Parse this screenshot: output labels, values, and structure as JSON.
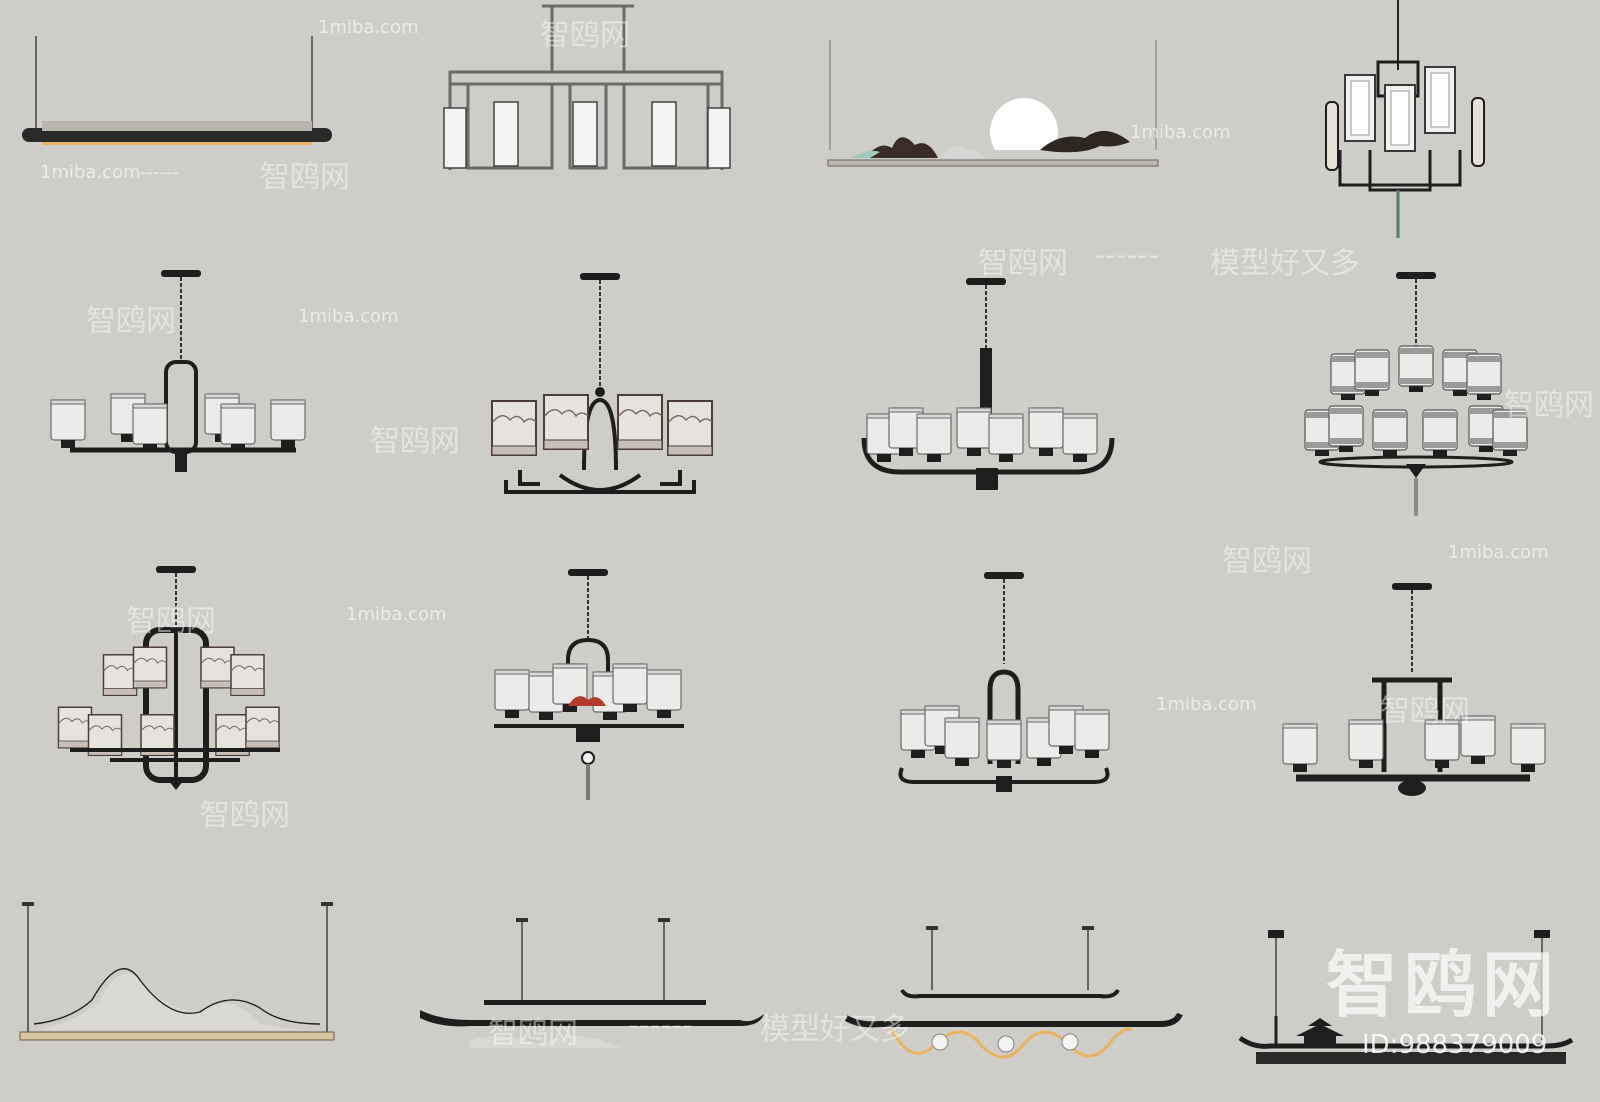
{
  "watermarks": {
    "domain": "1miba.com",
    "site": "智鸥网",
    "slogan": "模型好又多",
    "dashes": "------",
    "id": "ID:988379009"
  },
  "colors": {
    "background": "#cfcdc8",
    "metal": "#1e1e1e",
    "shade": "#ebebea",
    "warm_light": "#f3d9a1"
  },
  "items": [
    {
      "name": "linear-lamp-1"
    },
    {
      "name": "rect-frame-pendant"
    },
    {
      "name": "landscape-moon-lamp"
    },
    {
      "name": "lantern-chandelier-1"
    },
    {
      "name": "chandelier-6-arm-1"
    },
    {
      "name": "chandelier-square-shade"
    },
    {
      "name": "chandelier-8-arm-1"
    },
    {
      "name": "chandelier-two-tier-1"
    },
    {
      "name": "chandelier-two-tier-2"
    },
    {
      "name": "chandelier-tassel"
    },
    {
      "name": "chandelier-8-arm-2"
    },
    {
      "name": "chandelier-6-arm-2"
    },
    {
      "name": "mountain-linear-lamp"
    },
    {
      "name": "boat-linear-lamp"
    },
    {
      "name": "wave-linear-lamp"
    },
    {
      "name": "pagoda-linear-lamp"
    }
  ]
}
